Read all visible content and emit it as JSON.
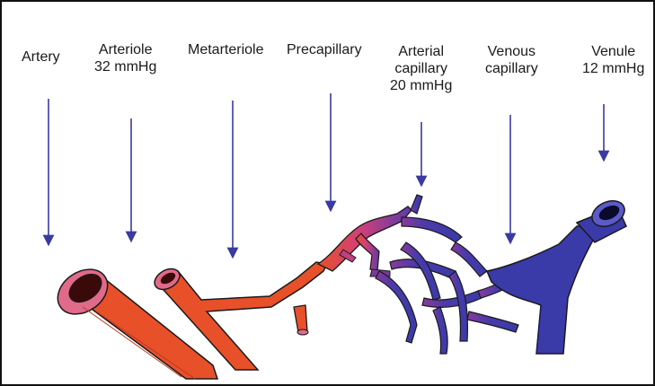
{
  "labels": {
    "artery": {
      "name": "Artery"
    },
    "arteriole": {
      "name": "Arteriole",
      "pressure": "32 mmHg"
    },
    "metarteriole": {
      "name": "Metarteriole"
    },
    "precapillary": {
      "name": "Precapillary"
    },
    "arterial_capillary": {
      "line1": "Arterial",
      "line2": "capillary",
      "pressure": "20 mmHg"
    },
    "venous_capillary": {
      "line1": "Venous",
      "line2": "capillary"
    },
    "venule": {
      "name": "Venule",
      "pressure": "12 mmHg"
    }
  },
  "colors": {
    "arrow": "#3a3aa0",
    "artery_fill": "#e8502a",
    "artery_pink": "#e06a8a",
    "vein_fill": "#3a3aa8",
    "outline": "#1a1a1a"
  }
}
